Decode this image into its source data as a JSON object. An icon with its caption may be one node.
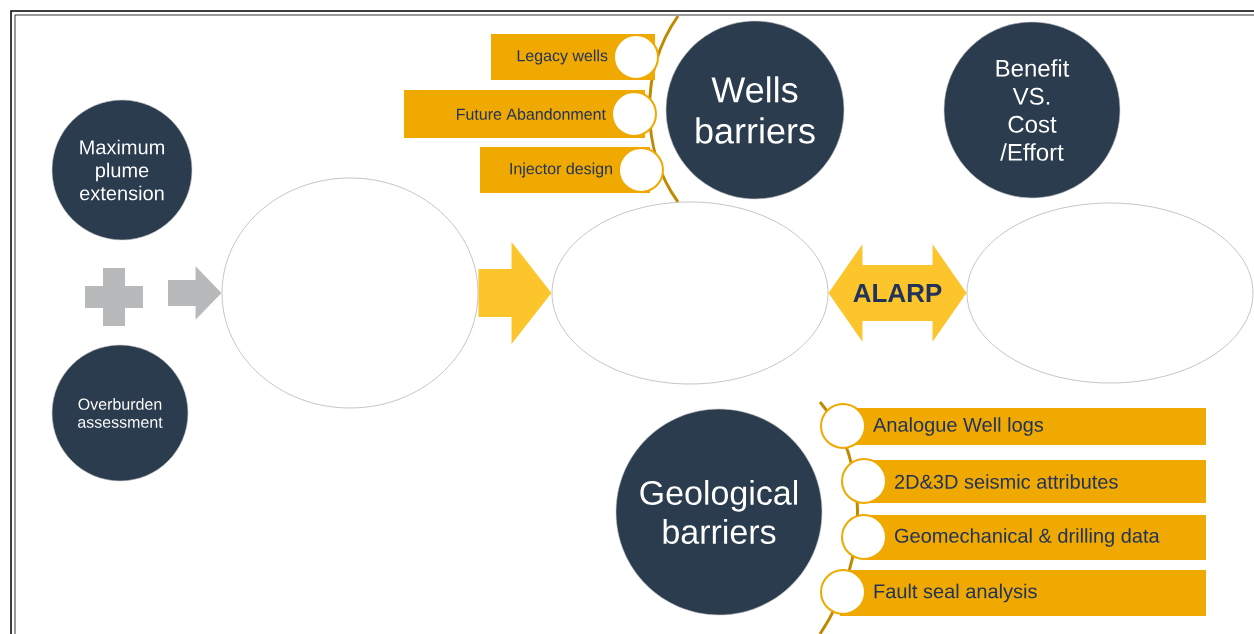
{
  "diagram": {
    "nodes": [
      {
        "text": [
          "Maximum plume extension"
        ]
      },
      {
        "text": [
          "Overburden assessment"
        ]
      },
      {
        "text": [],
        "shape": "ellipse"
      },
      {
        "text": [
          "Legacy wells"
        ]
      },
      {
        "text": [
          "Future Abandonment"
        ]
      },
      {
        "text": [
          "Injector design"
        ]
      },
      {
        "text": [
          "Wells barriers"
        ]
      },
      {
        "text": [
          "Benefit VS. Cost /Effort"
        ]
      },
      {
        "text": [],
        "shape": "ellipse"
      },
      {
        "text": [],
        "shape": "ellipse"
      },
      {
        "text": [
          "Geological barriers"
        ]
      },
      {
        "text": [
          "Analogue Well logs"
        ]
      },
      {
        "text": [
          "2D&3D seismic attributes"
        ]
      },
      {
        "text": [
          "Geomechanical & drilling data"
        ]
      },
      {
        "text": [
          "Fault seal analysis"
        ]
      }
    ],
    "edges": [
      {
        "from": null,
        "to": 2,
        "arrow": "to",
        "color": "#b8b9bb"
      },
      {
        "from": 2,
        "to": 8,
        "arrow": "to",
        "color": "#fcc52c"
      },
      {
        "from": 8,
        "to": 9,
        "arrow": "both",
        "label": "ALARP",
        "color": "#fcc52c"
      }
    ]
  }
}
